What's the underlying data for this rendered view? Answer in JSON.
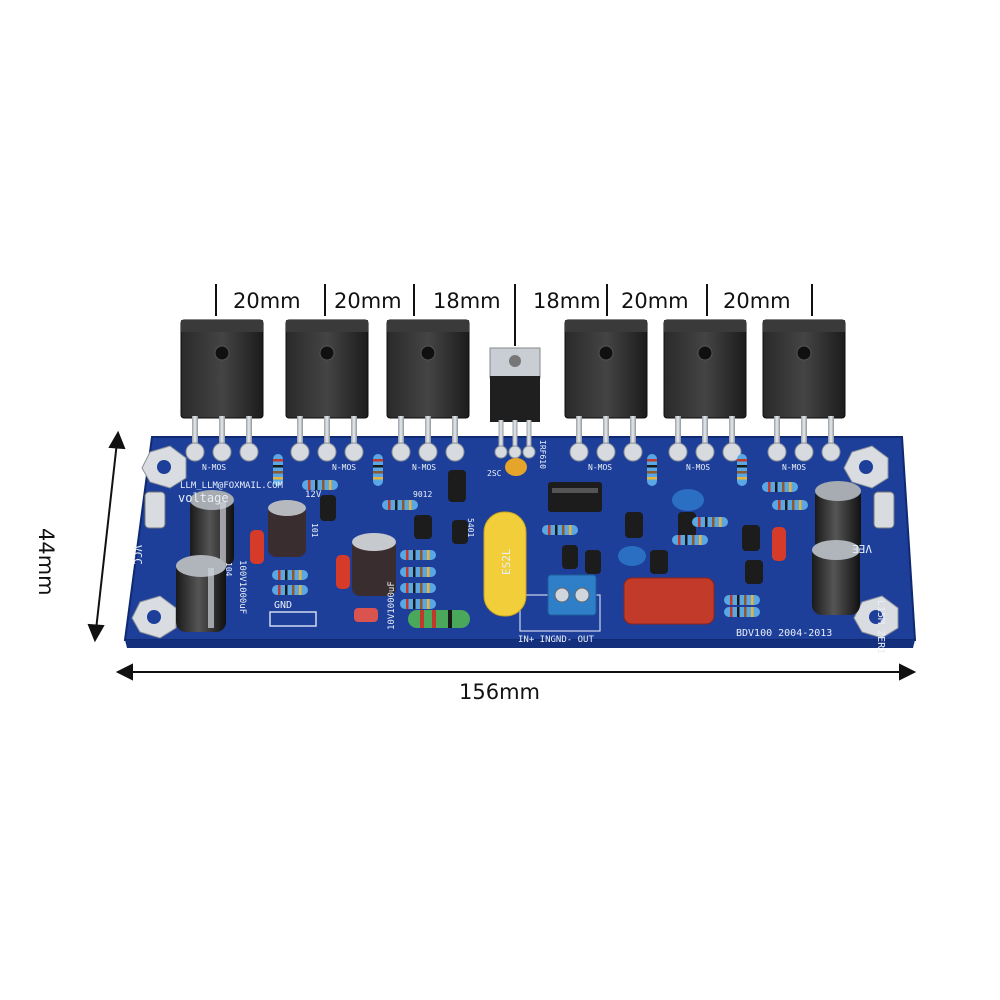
{
  "dimensions": {
    "spacings": [
      "20mm",
      "20mm",
      "18mm",
      "18mm",
      "20mm",
      "20mm"
    ],
    "width": "156mm",
    "height": "44mm"
  },
  "silkscreen": {
    "email": "LLM_LLM@FOXMAIL.COM",
    "vcc": "VCC",
    "vee": "VEE",
    "gnd": "GND",
    "nmos": "N-MOS",
    "model": "L15M ZER1",
    "version": "BDV100 2004-2013",
    "output": "IN+ INGND- OUT",
    "cap_left": "100V1000uF",
    "cap_mid": "10V1000uF",
    "vol": "voltage",
    "v12": "12V",
    "part_c1": "104",
    "part_c2": "101",
    "part_q": "9012",
    "part_t": "5401",
    "part_s": "2SC",
    "part_ir": "IRF610",
    "cap_yellow": "ES2L"
  },
  "colors": {
    "pcb": "#1d3f9a",
    "pcb_dark": "#15307e",
    "transistor": "#1c1c1c",
    "yellow_cap": "#f2cf3a",
    "red_cap": "#c23b2a",
    "terminal": "#2f7fc8"
  }
}
